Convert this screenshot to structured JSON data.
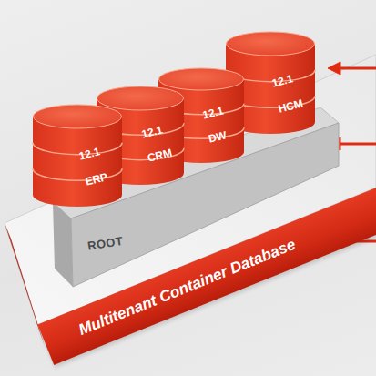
{
  "diagram": {
    "nodes": [
      {
        "text": [
          "12.1",
          "ERP"
        ]
      },
      {
        "text": [
          "12.1",
          "CRM"
        ]
      },
      {
        "text": [
          "12.1",
          "DW"
        ]
      },
      {
        "text": [
          "12.1",
          "HCM"
        ]
      },
      {
        "text": [
          "ROOT"
        ]
      },
      {
        "text": [
          "Multitenant Container Database"
        ]
      }
    ]
  }
}
